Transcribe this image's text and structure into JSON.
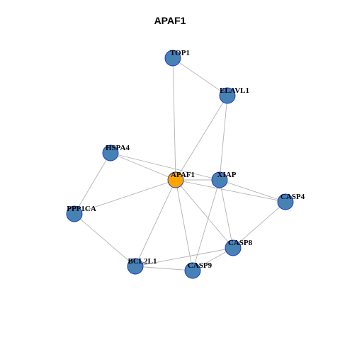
{
  "title": "APAF1",
  "colors": {
    "center_node": "#ffa500",
    "node": "#4682b4",
    "node_border": "#1a2ecc",
    "edge": "#b3b3b3"
  },
  "nodes": [
    {
      "id": "TOP1",
      "label": "TOP1",
      "center": false
    },
    {
      "id": "ELAVL1",
      "label": "ELAVL1",
      "center": false
    },
    {
      "id": "HSPA4",
      "label": "HSPA4",
      "center": false
    },
    {
      "id": "APAF1",
      "label": "APAF1",
      "center": true
    },
    {
      "id": "XIAP",
      "label": "XIAP",
      "center": false
    },
    {
      "id": "CASP4",
      "label": "CASP4",
      "center": false
    },
    {
      "id": "PPP1CA",
      "label": "PPP1CA",
      "center": false
    },
    {
      "id": "CASP8",
      "label": "CASP8",
      "center": false
    },
    {
      "id": "BCL2L1",
      "label": "BCL2L1",
      "center": false
    },
    {
      "id": "CASP9",
      "label": "CASP9",
      "center": false
    }
  ],
  "edges": [
    [
      "TOP1",
      "ELAVL1"
    ],
    [
      "TOP1",
      "APAF1"
    ],
    [
      "ELAVL1",
      "APAF1"
    ],
    [
      "ELAVL1",
      "XIAP"
    ],
    [
      "HSPA4",
      "APAF1"
    ],
    [
      "HSPA4",
      "XIAP"
    ],
    [
      "HSPA4",
      "PPP1CA"
    ],
    [
      "APAF1",
      "XIAP"
    ],
    [
      "APAF1",
      "CASP4"
    ],
    [
      "APAF1",
      "PPP1CA"
    ],
    [
      "APAF1",
      "CASP8"
    ],
    [
      "APAF1",
      "BCL2L1"
    ],
    [
      "APAF1",
      "CASP9"
    ],
    [
      "XIAP",
      "CASP4"
    ],
    [
      "XIAP",
      "CASP8"
    ],
    [
      "XIAP",
      "CASP9"
    ],
    [
      "CASP4",
      "CASP8"
    ],
    [
      "PPP1CA",
      "BCL2L1"
    ],
    [
      "CASP8",
      "BCL2L1"
    ],
    [
      "CASP8",
      "CASP9"
    ],
    [
      "BCL2L1",
      "CASP9"
    ]
  ]
}
